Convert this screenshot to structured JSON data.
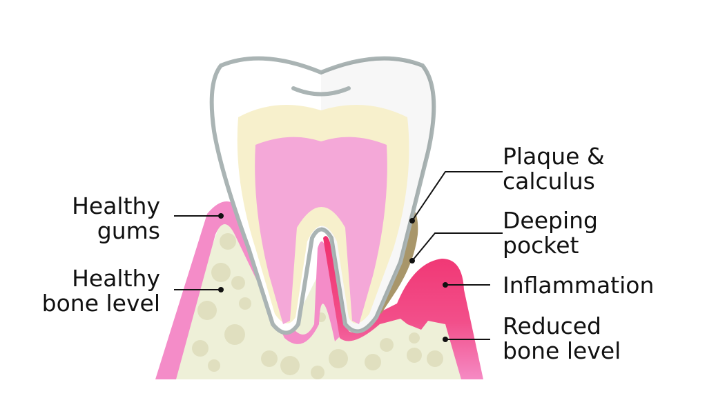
{
  "labels": {
    "healthy_gums": [
      "Healthy",
      "gums"
    ],
    "healthy_bone": [
      "Healthy",
      "bone level"
    ],
    "plaque": [
      "Plaque &",
      "calculus"
    ],
    "pocket": [
      "Deeping",
      "pocket"
    ],
    "inflammation": [
      "Inflammation"
    ],
    "reduced_bone": [
      "Reduced",
      "bone level"
    ]
  },
  "colors": {
    "gum": "#f48cc8",
    "inflamed_gum": "#f0306e",
    "bone": "#eef0d8",
    "enamel": "#ffffff",
    "dentin": "#f7f0cc",
    "pulp": "#f4a8d8",
    "calculus": "#a8966a",
    "outline": "#aab4b4"
  }
}
